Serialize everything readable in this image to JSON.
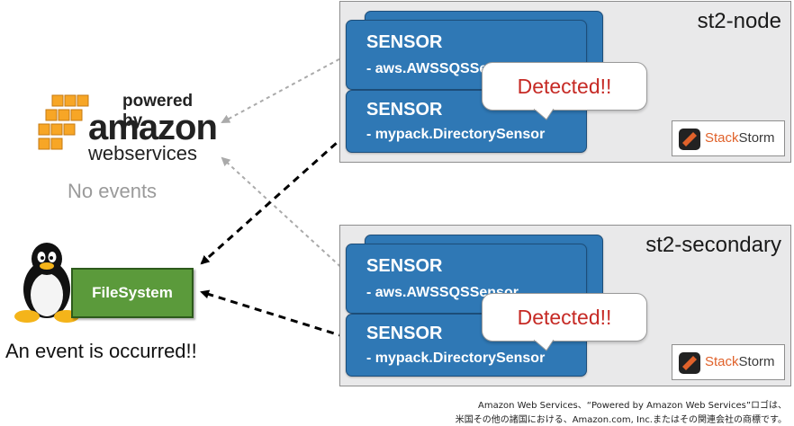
{
  "nodes": [
    {
      "title": "st2-node",
      "sensors": [
        {
          "head": "SENSOR",
          "name": "- aws.AWSSQSSensor"
        },
        {
          "head": "SENSOR",
          "name": "- mypack.DirectorySensor"
        }
      ],
      "callout": "Detected!!",
      "logo": {
        "part1": "Stack",
        "part2": "Storm"
      }
    },
    {
      "title": "st2-secondary",
      "sensors": [
        {
          "head": "SENSOR",
          "name": "- aws.AWSSQSSensor"
        },
        {
          "head": "SENSOR",
          "name": "- mypack.DirectorySensor"
        }
      ],
      "callout": "Detected!!",
      "logo": {
        "part1": "Stack",
        "part2": "Storm"
      }
    }
  ],
  "aws": {
    "powered": "powered by",
    "amazon": "amazon",
    "webservices": "webservices",
    "status": "No events"
  },
  "filesystem": {
    "label": "FileSystem",
    "status": "An event is occurred!!"
  },
  "footer": {
    "line1": "Amazon Web Services、“Powered by Amazon Web Services”ロゴは、",
    "line2": "米国その他の諸国における、Amazon.com, Inc.またはその関連会社の商標です。"
  },
  "colors": {
    "sensor_blue": "#2f78b5",
    "callout_red": "#c62a25",
    "filesystem_green": "#5b9a3b",
    "aws_orange": "#f7a626",
    "stackstorm_orange": "#e0622b"
  }
}
